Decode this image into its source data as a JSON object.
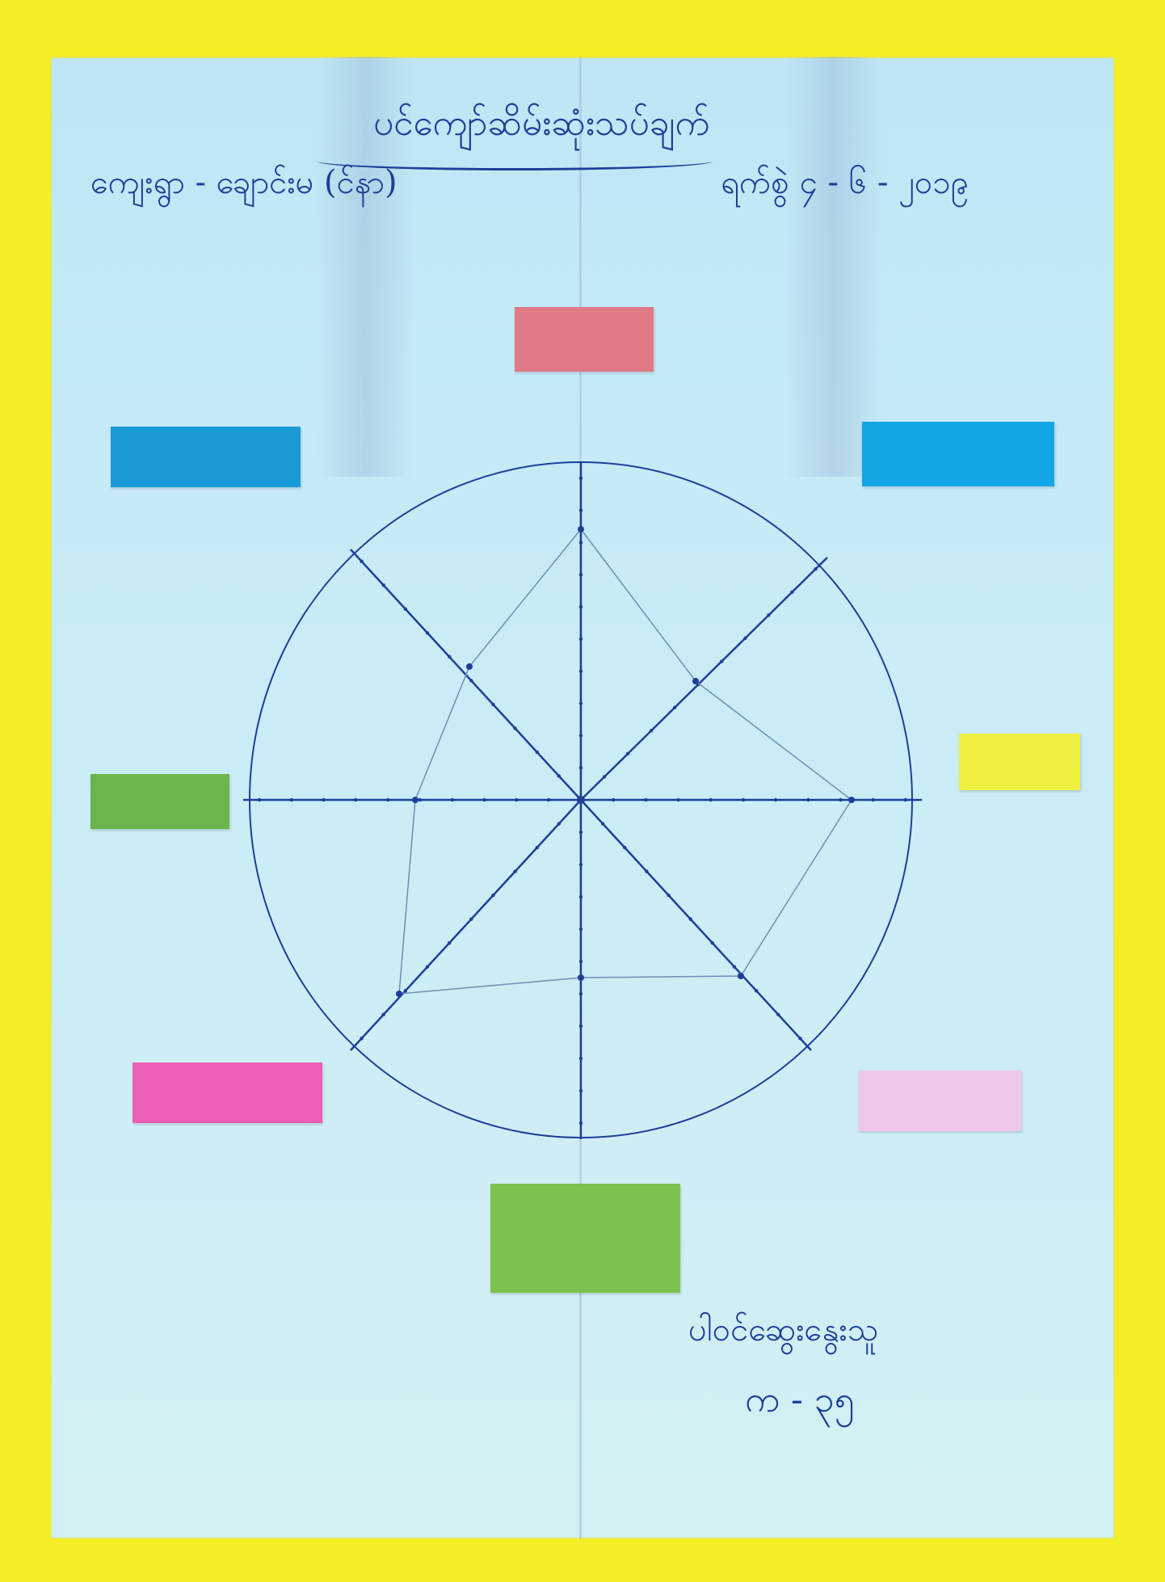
{
  "poster": {
    "title": "ပင်ကျော်ဆိမ်းဆုံးသပ်ချက်",
    "village": "ကျေးရွာ - ချောင်းမ (င်နာ)",
    "date": "ရက်စွဲ ၄ - ၆ - ၂၀၁၉",
    "presenter": "ပါဝင်ဆွေးနွေးသူ",
    "group": "က - ၃၅"
  },
  "labels": [
    {
      "id": "top",
      "text": "",
      "color": "#e07a86"
    },
    {
      "id": "upper-left",
      "text": "",
      "color": "#1a9ad6"
    },
    {
      "id": "upper-right",
      "text": "",
      "color": "#14a6e6"
    },
    {
      "id": "right",
      "text": "",
      "color": "#f0f040"
    },
    {
      "id": "left",
      "text": "",
      "color": "#6bb54a"
    },
    {
      "id": "lower-left",
      "text": "",
      "color": "#ec5fb8"
    },
    {
      "id": "lower-right",
      "text": "",
      "color": "#f0c8ec"
    },
    {
      "id": "bottom",
      "text": "",
      "color": "#7cc24e"
    }
  ],
  "colors": {
    "border": "#f4ef26",
    "paper": "#c9ecf6",
    "ink": "#1d3f9a",
    "polygon": "#6b8fb5"
  }
}
